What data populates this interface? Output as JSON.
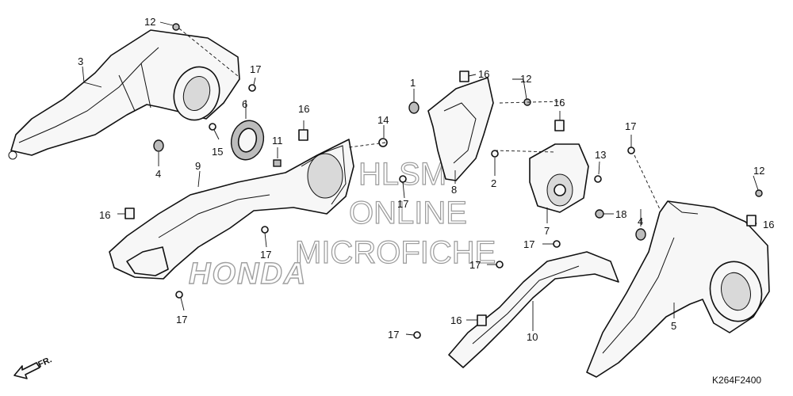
{
  "diagram_code": "K264F2400",
  "direction_label": "FR.",
  "watermark": {
    "line1": "HLSM",
    "line2": "ONLINE",
    "line3": "MICROFICHE",
    "brand": "HONDA"
  },
  "callouts": {
    "c1": "1",
    "c2": "2",
    "c3": "3",
    "c4a": "4",
    "c4b": "4",
    "c5": "5",
    "c6": "6",
    "c7": "7",
    "c8": "8",
    "c9": "9",
    "c10": "10",
    "c11": "11",
    "c12a": "12",
    "c12b": "12",
    "c12c": "12",
    "c13": "13",
    "c14": "14",
    "c15": "15",
    "c16a": "16",
    "c16b": "16",
    "c16c": "16",
    "c16d": "16",
    "c16e": "16",
    "c16f": "16",
    "c17a": "17",
    "c17b": "17",
    "c17c": "17",
    "c17d": "17",
    "c17e": "17",
    "c17f": "17",
    "c17g": "17",
    "c17h": "17",
    "c18": "18"
  }
}
